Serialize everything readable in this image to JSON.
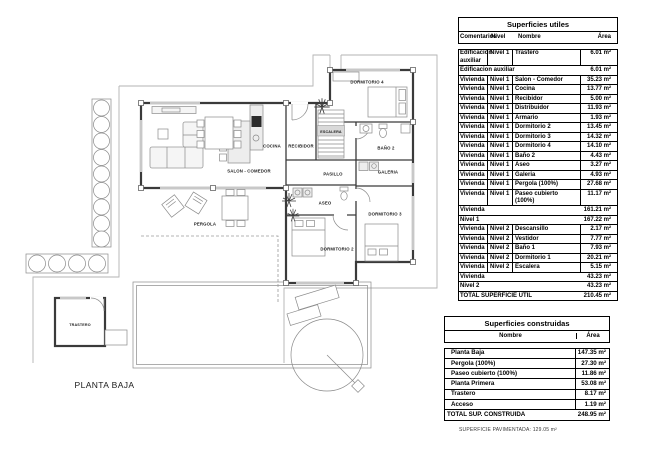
{
  "plan": {
    "title": "PLANTA BAJA",
    "rooms": {
      "salon": "SALON - COMEDOR",
      "cocina": "COCINA",
      "recibidor": "RECIBIDOR",
      "escalera": "ESCALERA",
      "pasillo": "PASILLO",
      "aseo": "ASEO",
      "galeria": "GALERIA",
      "bano2": "BAÑO 2",
      "dormitorio4": "DORMITORIO 4",
      "dormitorio3": "DORMITORIO 3",
      "dormitorio2": "DORMITORIO 2",
      "pergola": "PERGOLA",
      "trastero": "TRASTERO"
    }
  },
  "tables": {
    "utiles": {
      "title": "Superficies utiles",
      "columns": [
        "Comentarios",
        "Nivel",
        "Nombre",
        "Área"
      ],
      "rows": [
        {
          "type": "data",
          "comentarios": "Edificacion auxiliar",
          "nivel": "Nivel 1",
          "nombre": "Trastero",
          "area": "6.01 m²"
        },
        {
          "type": "subtotal",
          "label": "Edificacion auxiliar",
          "area": "6.01 m²"
        },
        {
          "type": "data",
          "comentarios": "Vivienda",
          "nivel": "Nivel 1",
          "nombre": "Salon - Comedor",
          "area": "35.23 m²"
        },
        {
          "type": "data",
          "comentarios": "Vivienda",
          "nivel": "Nivel 1",
          "nombre": "Cocina",
          "area": "13.77 m²"
        },
        {
          "type": "data",
          "comentarios": "Vivienda",
          "nivel": "Nivel 1",
          "nombre": "Recibidor",
          "area": "5.00 m²"
        },
        {
          "type": "data",
          "comentarios": "Vivienda",
          "nivel": "Nivel 1",
          "nombre": "Distribuidor",
          "area": "11.93 m²"
        },
        {
          "type": "data",
          "comentarios": "Vivienda",
          "nivel": "Nivel 1",
          "nombre": "Armario",
          "area": "1.93 m²"
        },
        {
          "type": "data",
          "comentarios": "Vivienda",
          "nivel": "Nivel 1",
          "nombre": "Dormitorio 2",
          "area": "13.45 m²"
        },
        {
          "type": "data",
          "comentarios": "Vivienda",
          "nivel": "Nivel 1",
          "nombre": "Dormitorio 3",
          "area": "14.32 m²"
        },
        {
          "type": "data",
          "comentarios": "Vivienda",
          "nivel": "Nivel 1",
          "nombre": "Dormitorio 4",
          "area": "14.10 m²"
        },
        {
          "type": "data",
          "comentarios": "Vivienda",
          "nivel": "Nivel 1",
          "nombre": "Baño 2",
          "area": "4.43 m²"
        },
        {
          "type": "data",
          "comentarios": "Vivienda",
          "nivel": "Nivel 1",
          "nombre": "Aseo",
          "area": "3.27 m²"
        },
        {
          "type": "data",
          "comentarios": "Vivienda",
          "nivel": "Nivel 1",
          "nombre": "Galeria",
          "area": "4.93 m²"
        },
        {
          "type": "data",
          "comentarios": "Vivienda",
          "nivel": "Nivel 1",
          "nombre": "Pergola (100%)",
          "area": "27.68 m²"
        },
        {
          "type": "data",
          "comentarios": "Vivienda",
          "nivel": "Nivel 1",
          "nombre": "Paseo cubierto (100%)",
          "area": "11.17 m²"
        },
        {
          "type": "subtotal",
          "label": "Vivienda",
          "area": "161.21 m²"
        },
        {
          "type": "subtotal",
          "label": "Nivel 1",
          "area": "167.22 m²"
        },
        {
          "type": "data",
          "comentarios": "Vivienda",
          "nivel": "Nivel 2",
          "nombre": "Descansillo",
          "area": "2.17 m²"
        },
        {
          "type": "data",
          "comentarios": "Vivienda",
          "nivel": "Nivel 2",
          "nombre": "Vestidor",
          "area": "7.77 m²"
        },
        {
          "type": "data",
          "comentarios": "Vivienda",
          "nivel": "Nivel 2",
          "nombre": "Baño 1",
          "area": "7.93 m²"
        },
        {
          "type": "data",
          "comentarios": "Vivienda",
          "nivel": "Nivel 2",
          "nombre": "Dormitorio 1",
          "area": "20.21 m²"
        },
        {
          "type": "data",
          "comentarios": "Vivienda",
          "nivel": "Nivel 2",
          "nombre": "Escalera",
          "area": "5.15 m²"
        },
        {
          "type": "subtotal",
          "label": "Vivienda",
          "area": "43.23 m²"
        },
        {
          "type": "subtotal",
          "label": "Nivel 2",
          "area": "43.23 m²"
        },
        {
          "type": "total",
          "label": "TOTAL SUPERFICIE UTIL",
          "area": "210.45 m²"
        }
      ]
    },
    "construidas": {
      "title": "Superficies construidas",
      "columns": [
        "Nombre",
        "Área"
      ],
      "rows": [
        {
          "type": "data",
          "nombre": "Planta Baja",
          "area": "147.35 m²"
        },
        {
          "type": "data",
          "nombre": "Pergola (100%)",
          "area": "27.30 m²"
        },
        {
          "type": "data",
          "nombre": "Paseo cubierto (100%)",
          "area": "11.86 m²"
        },
        {
          "type": "data",
          "nombre": "Planta Primera",
          "area": "53.08 m²"
        },
        {
          "type": "data",
          "nombre": "Trastero",
          "area": "8.17 m²"
        },
        {
          "type": "data",
          "nombre": "Acceso",
          "area": "1.19 m²"
        },
        {
          "type": "total",
          "nombre": "TOTAL SUP. CONSTRUIDA",
          "area": "248.95 m²"
        }
      ]
    },
    "footnote": "SUPERFICIE PAVIMENTADA: 129.05 m²"
  }
}
